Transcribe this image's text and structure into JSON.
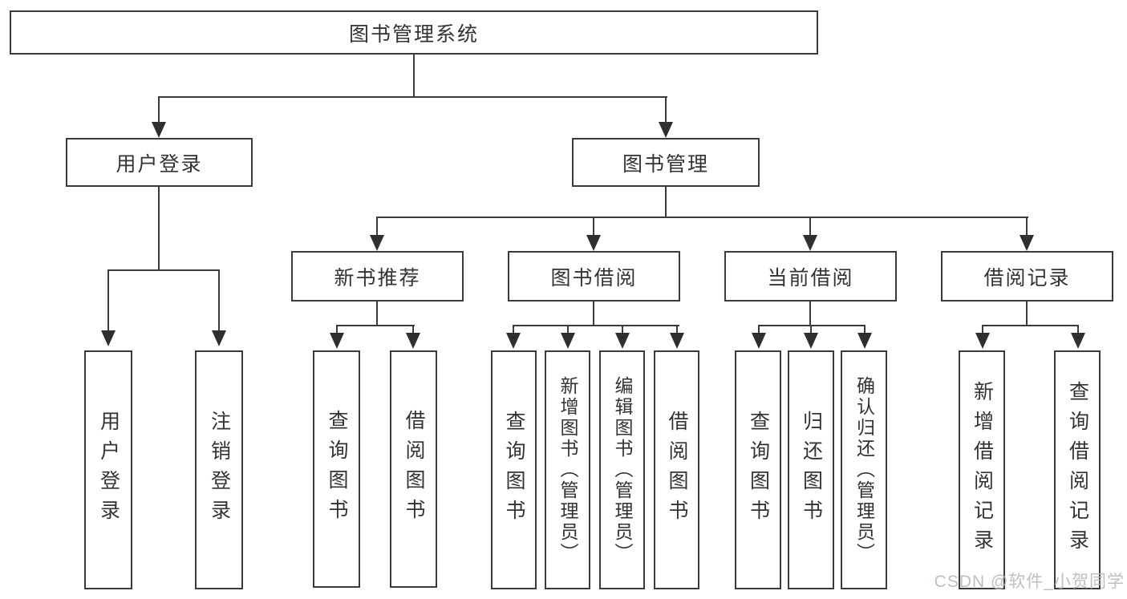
{
  "diagram": {
    "root": "图书管理系统",
    "branches": [
      {
        "label": "用户登录",
        "children": [
          "用户登录",
          "注销登录"
        ]
      },
      {
        "label": "图书管理",
        "children": [
          {
            "label": "新书推荐",
            "children": [
              "查询图书",
              "借阅图书"
            ]
          },
          {
            "label": "图书借阅",
            "children": [
              "查询图书",
              "新增图书（管理员）",
              "编辑图书（管理员）",
              "借阅图书"
            ]
          },
          {
            "label": "当前借阅",
            "children": [
              "查询图书",
              "归还图书",
              "确认归还（管理员）"
            ]
          },
          {
            "label": "借阅记录",
            "children": [
              "新增借阅记录",
              "查询借阅记录"
            ]
          }
        ]
      }
    ]
  },
  "watermark": "CSDN @软件_小贺同学",
  "colors": {
    "line": "#3b3b3b",
    "arrow": "#2f2f2f",
    "text": "#333333",
    "background": "#ffffff",
    "watermark": "#bdb7b7"
  }
}
